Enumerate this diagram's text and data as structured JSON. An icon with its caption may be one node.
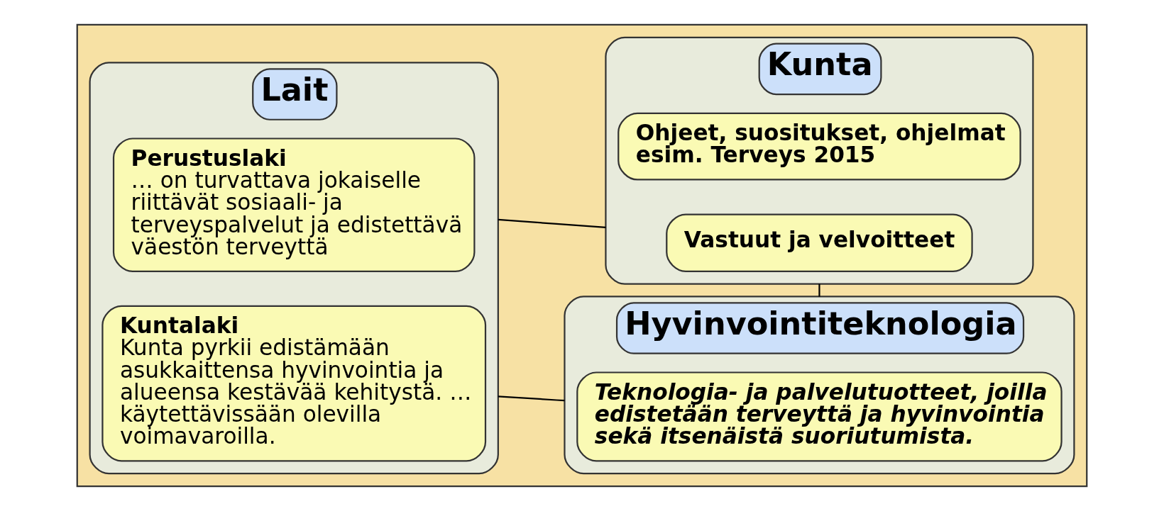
{
  "diagram": {
    "nodes": [
      {
        "text": [],
        "shape": "box"
      },
      {
        "text": [
          "Lait"
        ],
        "in": 0
      },
      {
        "text": [
          "Perustuslaki",
          "… on turvattava jokaiselle riittävät sosiaali- ja terveyspalvelut ja edistettävä väestön terveyttä"
        ],
        "in": 1
      },
      {
        "text": [
          "Kuntalaki",
          "Kunta pyrkii edistämään asukkaittensa hyvinvointia ja alueensa kestävää kehitystä. … käytettävissään olevilla voimavaroilla."
        ],
        "in": 1
      },
      {
        "text": [
          "Kunta"
        ],
        "in": 0
      },
      {
        "text": [
          "Vastuut ja velvoitteet"
        ],
        "in": 4
      },
      {
        "text": [
          "Ohjeet, suositukset, ohjelmat esim. Terveys 2015"
        ],
        "in": 4
      },
      {
        "text": [
          "Hyvinvointiteknologia"
        ],
        "in": 0
      },
      {
        "text": [
          "Teknologia- ja palvelutuotteet, joilla edistetään terveyttä ja hyvinvointia sekä itsenäistä suoriutumista."
        ],
        "in": 7
      }
    ],
    "edges": [
      {
        "from": 1,
        "to": 4,
        "arrow": "none"
      },
      {
        "from": 4,
        "to": 7,
        "arrow": "none"
      },
      {
        "from": 1,
        "to": 7,
        "arrow": "none"
      }
    ]
  }
}
